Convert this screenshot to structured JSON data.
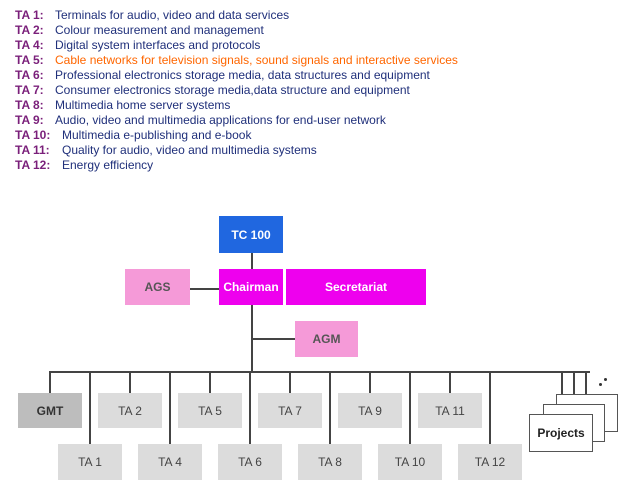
{
  "ta_list": [
    {
      "code": "TA 1:",
      "text": "Terminals for audio, video and data services",
      "highlight": false
    },
    {
      "code": "TA 2:",
      "text": "Colour measurement and management",
      "highlight": false
    },
    {
      "code": "TA 4:",
      "text": "Digital system interfaces and protocols",
      "highlight": false
    },
    {
      "code": "TA 5:",
      "text": "Cable networks for television signals, sound signals and interactive services",
      "highlight": true
    },
    {
      "code": "TA 6:",
      "text": "Professional electronics storage media, data structures and equipment",
      "highlight": false
    },
    {
      "code": "TA 7:",
      "text": "Consumer electronics storage media,data structure and equipment",
      "highlight": false
    },
    {
      "code": "TA 8:",
      "text": "Multimedia home server systems",
      "highlight": false
    },
    {
      "code": "TA 9:",
      "text": "Audio, video and multimedia applications for end-user network",
      "highlight": false
    },
    {
      "code": "TA 10:",
      "text": "Multimedia e-publishing and e-book",
      "highlight": false
    },
    {
      "code": "TA 11:",
      "text": "Quality for audio, video and multimedia systems",
      "highlight": false
    },
    {
      "code": "TA 12:",
      "text": "Energy efficiency",
      "highlight": false
    }
  ],
  "org": {
    "tc100": "TC 100",
    "ags": "AGS",
    "chairman": "Chairman",
    "secretariat": "Secretariat",
    "agm": "AGM",
    "gmt": "GMT",
    "top_row": [
      "TA 2",
      "TA 5",
      "TA 7",
      "TA 9",
      "TA 11"
    ],
    "bottom_row": [
      "TA 1",
      "TA 4",
      "TA 6",
      "TA 8",
      "TA 10",
      "TA 12"
    ],
    "projects": "Projects"
  },
  "colors": {
    "tc_blue": "#2067e0",
    "chair_magenta": "#ee00ee",
    "aux_pink": "#f59ad8",
    "ta_gray": "#dcdcdc",
    "code_purple": "#7a1f7a",
    "text_navy": "#1f2f7a",
    "highlight_orange": "#ff6600"
  }
}
